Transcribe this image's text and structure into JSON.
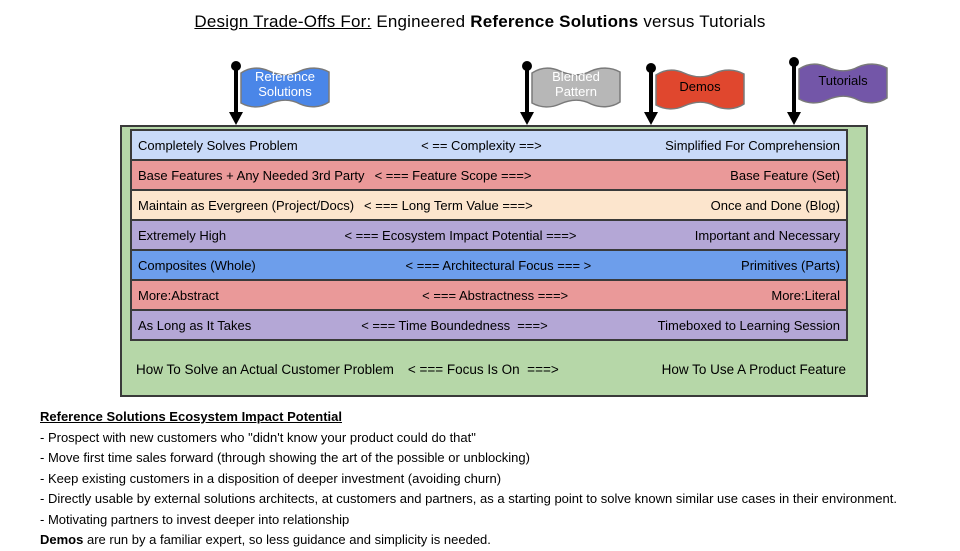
{
  "title": {
    "underlined": "Design Trade-Offs For:",
    "regular": " Engineered ",
    "bold": "Reference Solutions",
    "suffix": " versus Tutorials"
  },
  "flags": [
    {
      "label": "Reference Solutions",
      "color": "#4a86e8",
      "text_color": "#ffffff"
    },
    {
      "label": "Blended Pattern",
      "color": "#b7b7b7",
      "text_color": "#ffffff"
    },
    {
      "label": "Demos",
      "color": "#e0472e",
      "text_color": "#000000"
    },
    {
      "label": "Tutorials",
      "color": "#7356a8",
      "text_color": "#000000"
    }
  ],
  "table": {
    "background": "#b6d7a8",
    "border_color": "#3a3a3a",
    "rows": [
      {
        "left": "Completely Solves Problem",
        "middle": "< == Complexity ==>",
        "right": "Simplified For Comprehension",
        "color": "#c9daf8"
      },
      {
        "left": "Base Features + Any Needed 3rd Party",
        "middle": "< === Feature Scope ===>",
        "right": "Base Feature (Set)",
        "color": "#ea9999"
      },
      {
        "left": "Maintain as Evergreen (Project/Docs)",
        "middle": "< === Long Term Value ===>",
        "right": "Once and Done (Blog)",
        "color": "#fce5cd"
      },
      {
        "left": "Extremely High",
        "middle": "< === Ecosystem Impact Potential ===>",
        "right": "Important and Necessary",
        "color": "#b4a7d6"
      },
      {
        "left": "Composites (Whole)",
        "middle": "< === Architectural Focus === >",
        "right": "Primitives (Parts)",
        "color": "#6d9eeb"
      },
      {
        "left": "More:Abstract",
        "middle": "< === Abstractness ===>",
        "right": "More:Literal",
        "color": "#ea9999"
      },
      {
        "left": "As Long as It Takes",
        "middle": "< === Time Boundedness  ===>",
        "right": "Timeboxed to Learning Session",
        "color": "#b4a7d6"
      }
    ],
    "footer": {
      "left": "How To Solve an Actual Customer Problem",
      "middle": "< === Focus Is On  ===>",
      "right": "How To Use A Product Feature"
    }
  },
  "notes": {
    "heading": "Reference Solutions Ecosystem Impact Potential",
    "bullets": [
      "- Prospect with new customers who \"didn't know your product could do that\"",
      "- Move first time sales forward (through showing the art of the possible or unblocking)",
      "- Keep existing customers in a disposition of deeper investment (avoiding churn)",
      "- Directly usable by external solutions architects, at customers and partners, as a starting point to solve known similar use cases in their environment.",
      "- Motivating partners to invest deeper into relationship"
    ],
    "final_bold": "Demos",
    "final_rest": " are run by a familiar expert, so less guidance and simplicity is needed."
  }
}
